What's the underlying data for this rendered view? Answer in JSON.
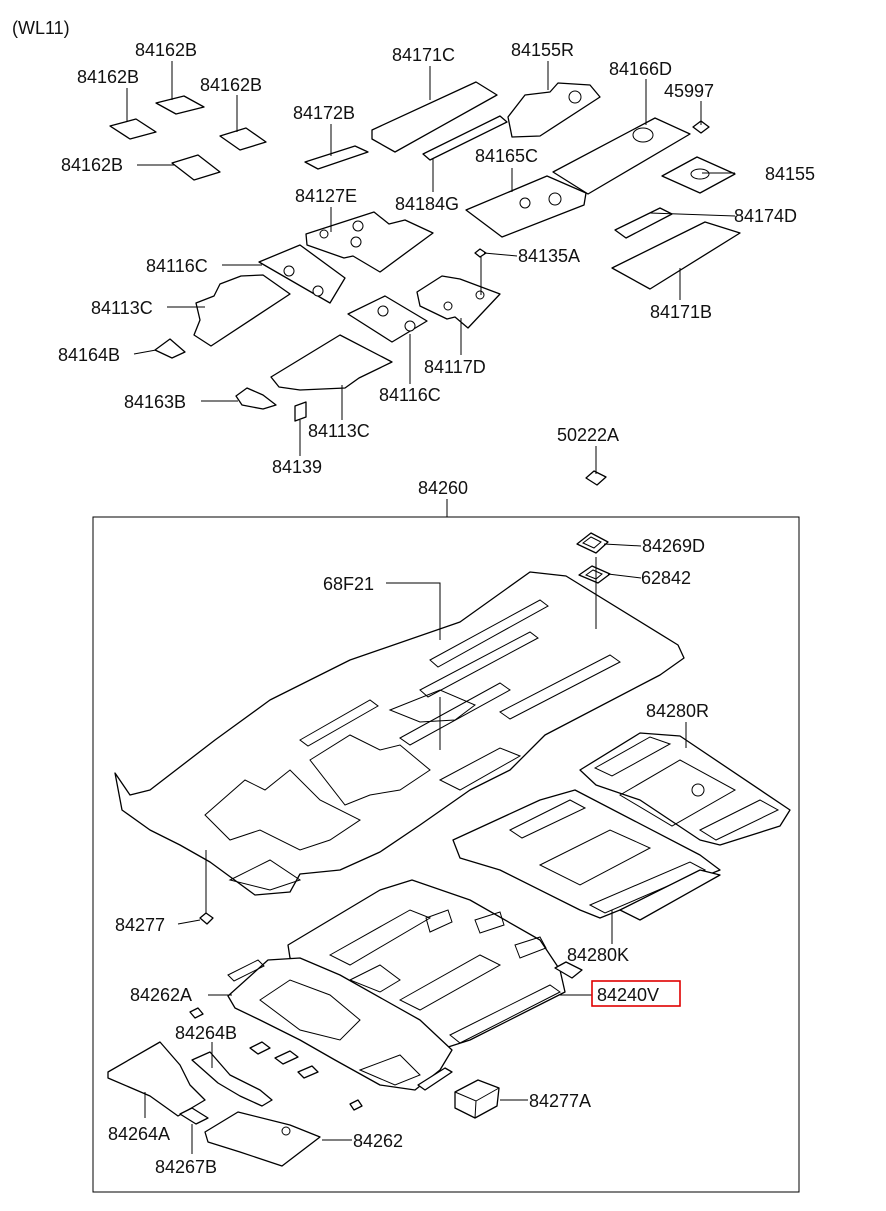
{
  "header": {
    "model_code": "(WL11)"
  },
  "parts": {
    "p84162B_1": "84162B",
    "p84162B_2": "84162B",
    "p84162B_3": "84162B",
    "p84162B_4": "84162B",
    "p84171C": "84171C",
    "p84155R": "84155R",
    "p84166D": "84166D",
    "p45997": "45997",
    "p84172B": "84172B",
    "p84165C": "84165C",
    "p84155": "84155",
    "p84127E": "84127E",
    "p84184G": "84184G",
    "p84174D": "84174D",
    "p84116C_1": "84116C",
    "p84135A": "84135A",
    "p84113C_1": "84113C",
    "p84171B": "84171B",
    "p84164B": "84164B",
    "p84117D": "84117D",
    "p84116C_2": "84116C",
    "p84163B": "84163B",
    "p84113C_2": "84113C",
    "p84139": "84139",
    "p50222A": "50222A",
    "p84260": "84260",
    "p84269D": "84269D",
    "p68F21": "68F21",
    "p62842": "62842",
    "p84280R": "84280R",
    "p84277": "84277",
    "p84280K": "84280K",
    "p84262A": "84262A",
    "p84240V": "84240V",
    "p84264B": "84264B",
    "p84277A": "84277A",
    "p84264A": "84264A",
    "p84262": "84262",
    "p84267B": "84267B"
  },
  "highlight": {
    "part": "84240V",
    "color": "#e00000"
  }
}
